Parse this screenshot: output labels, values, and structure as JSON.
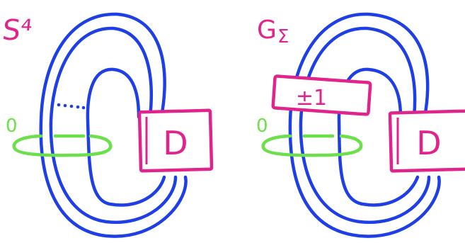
{
  "panels": [
    {
      "label": "S⁴",
      "framing": "0",
      "box_label": "D"
    },
    {
      "label": "G",
      "label_sub": "Σ",
      "framing": "0",
      "box_label": "D",
      "twist_box_label": "±1"
    }
  ],
  "colors": {
    "strands": "#1f3fe6",
    "unknot": "#6be04a",
    "boxes_and_labels": "#e0248c",
    "background": "#ffffff"
  }
}
